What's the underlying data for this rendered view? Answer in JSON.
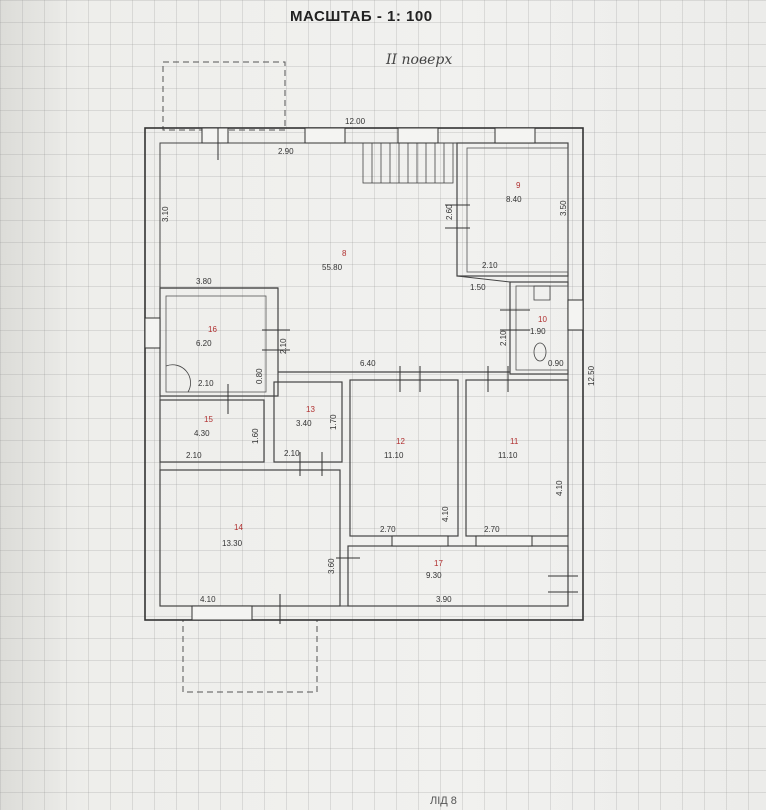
{
  "header": {
    "scale_title": "МАСШТАБ - 1: 100",
    "floor_note": "II поверх"
  },
  "dimensions": {
    "overall_width": "12.00",
    "overall_height": "12.50",
    "top_left_run": "2.90",
    "left_wall": "3.10",
    "room9_height": "3.50",
    "room9_left": "2.60",
    "room9_bottom": "2.10",
    "room8_lower": "3.80",
    "stair_gap": "1.50",
    "room10_height": "2.10",
    "room10_small": "0.90",
    "room16_height": "2.10",
    "room16_bottom": "2.10",
    "room16_side": "0.80",
    "middle_run": "6.40",
    "room15_bottom": "2.10",
    "room15_height": "1.60",
    "room13_side": "1.70",
    "room13_bottom": "2.10",
    "room14_top": "4.10",
    "room14_side": "3.60",
    "room12_side": "4.10",
    "room12_bottom": "2.70",
    "room11_bottom": "2.70",
    "room11_side": "4.10",
    "room17_bottom": "3.90"
  },
  "rooms": [
    {
      "no": "8",
      "area": "55.80"
    },
    {
      "no": "9",
      "area": "8.40"
    },
    {
      "no": "10",
      "area": "1.90"
    },
    {
      "no": "16",
      "area": "6.20"
    },
    {
      "no": "15",
      "area": "4.30"
    },
    {
      "no": "13",
      "area": "3.40"
    },
    {
      "no": "12",
      "area": "11.10"
    },
    {
      "no": "11",
      "area": "11.10"
    },
    {
      "no": "14",
      "area": "13.30"
    },
    {
      "no": "17",
      "area": "9.30"
    }
  ],
  "footer": {
    "note": "ЛІД  8"
  }
}
